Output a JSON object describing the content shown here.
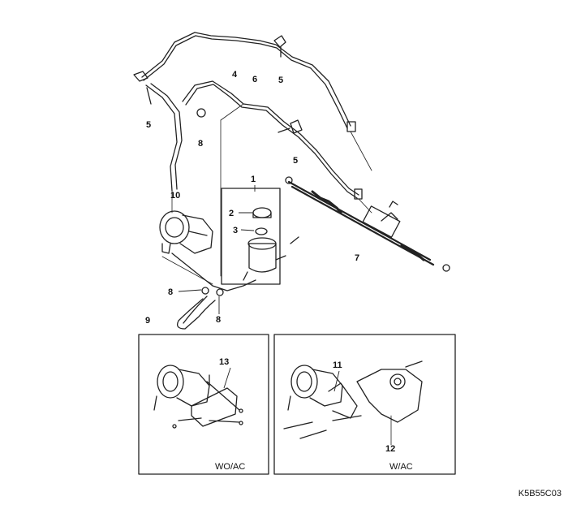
{
  "callouts": {
    "c1": "1",
    "c2": "2",
    "c3": "3",
    "c4": "4",
    "c5a": "5",
    "c5b": "5",
    "c5c": "5",
    "c6": "6",
    "c7": "7",
    "c8a": "8",
    "c8b": "8",
    "c8c": "8",
    "c9": "9",
    "c10": "10",
    "c11": "11",
    "c12": "12",
    "c13": "13"
  },
  "panels": {
    "left_label": "WO/AC",
    "right_label": "W/AC"
  },
  "figure_code": "K5B55C03",
  "colors": {
    "line": "#222222",
    "hose_fill": "#ffffff"
  }
}
